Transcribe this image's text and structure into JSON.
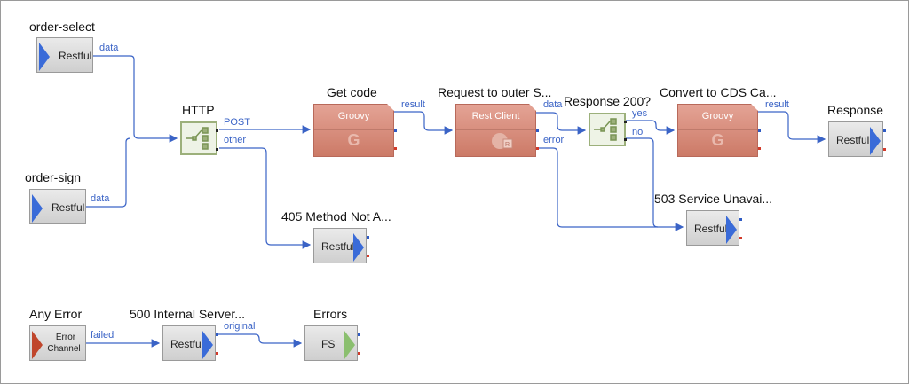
{
  "nodes": {
    "order_select": {
      "title": "order-select",
      "label": "Restful"
    },
    "order_sign": {
      "title": "order-sign",
      "label": "Restful"
    },
    "http": {
      "title": "HTTP"
    },
    "get_code": {
      "title": "Get code",
      "label": "Groovy",
      "glyph": "G"
    },
    "request_outer": {
      "title": "Request to outer S...",
      "label": "Rest Client"
    },
    "response_200": {
      "title": "Response 200?"
    },
    "convert_cds": {
      "title": "Convert to CDS Ca...",
      "label": "Groovy",
      "glyph": "G"
    },
    "response": {
      "title": "Response",
      "label": "Restful"
    },
    "method_not_allowed": {
      "title": "405 Method Not A...",
      "label": "Restful"
    },
    "service_unavailable": {
      "title": "503 Service Unavai...",
      "label": "Restful"
    },
    "any_error": {
      "title": "Any Error",
      "label_line1": "Error",
      "label_line2": "Channel"
    },
    "internal_server": {
      "title": "500 Internal Server...",
      "label": "Restful"
    },
    "errors": {
      "title": "Errors",
      "label": "FS"
    }
  },
  "wire_labels": {
    "data_select": "data",
    "data_sign": "data",
    "post": "POST",
    "other": "other",
    "result_get_code": "result",
    "data_rest": "data",
    "error_rest": "error",
    "yes": "yes",
    "no": "no",
    "result_convert": "result",
    "failed": "failed",
    "original": "original"
  },
  "colors": {
    "wire": "#3a63c6",
    "restful_arrow": "#3a6bd8",
    "groovy_fill": "#d98a77",
    "switch_border": "#9cb07b",
    "error_arrow": "#c0462c",
    "fs_arrow": "#8bbf6f"
  }
}
